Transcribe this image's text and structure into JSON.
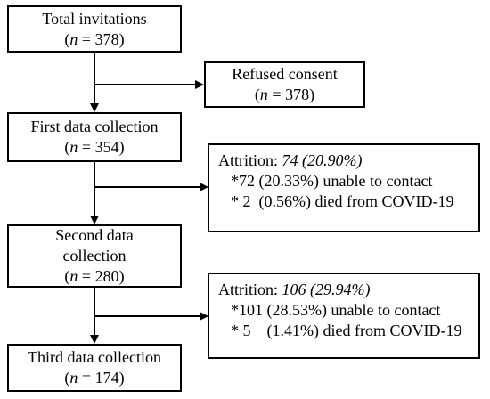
{
  "boxes": {
    "total": {
      "title": "Total invitations",
      "n": "n",
      "value": " = 378)"
    },
    "refused": {
      "title": "Refused consent",
      "n": "n",
      "value": " = 378)"
    },
    "first": {
      "title": "First data collection",
      "n": "n",
      "value": " = 354)"
    },
    "attrition1": {
      "label": "Attrition:",
      "count": " 74 (20.90%)",
      "items": [
        "*72 (20.33%) unable to contact",
        "* 2  (0.56%) died from COVID-19"
      ]
    },
    "second": {
      "title_line1": "Second data",
      "title_line2": "collection",
      "n": "n",
      "value": " = 280)"
    },
    "attrition2": {
      "label": "Attrition:",
      "count": " 106 (29.94%)",
      "items": [
        "*101 (28.53%) unable to contact",
        "* 5    (1.41%) died from COVID-19"
      ]
    },
    "third": {
      "title": "Third data collection",
      "n": "n",
      "value": " = 174)"
    }
  }
}
